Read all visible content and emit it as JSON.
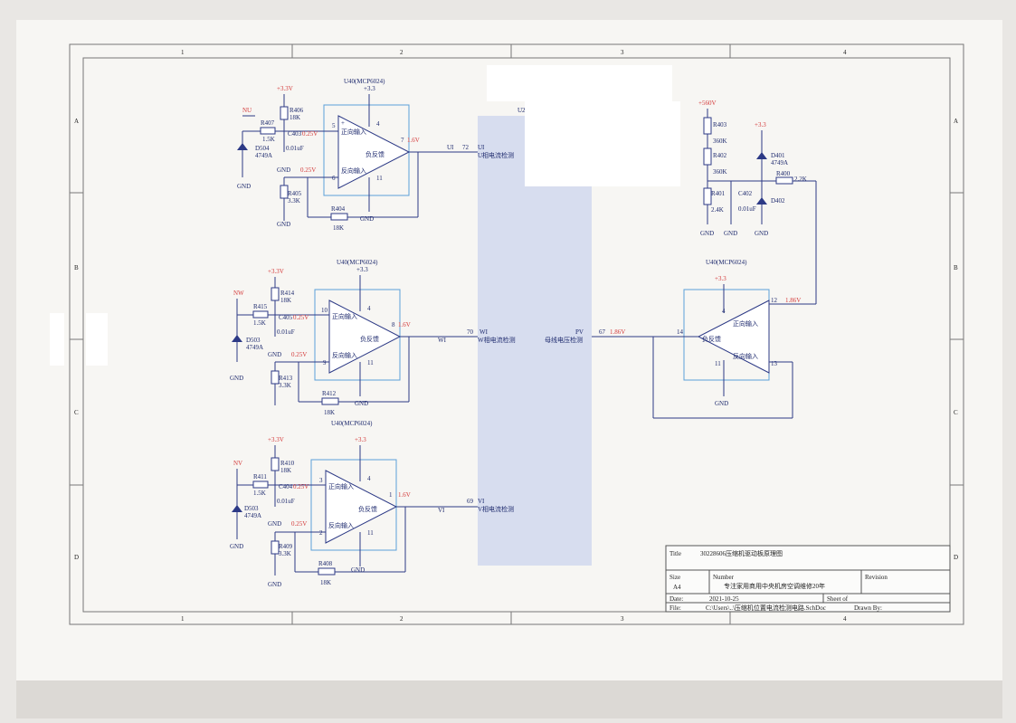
{
  "border": {
    "columns": [
      "1",
      "2",
      "3",
      "4"
    ],
    "rows": [
      "A",
      "B",
      "C",
      "D"
    ]
  },
  "supplies": {
    "v33": "+3.3V",
    "v3": "+3.3",
    "v560": "+560V"
  },
  "gnd": "GND",
  "opamp": {
    "part": "U40(MCP6024)",
    "pos_in": "正向输入",
    "neg_in": "反向输入",
    "feedback": "负反馈",
    "out_v": "1.6V",
    "bias": "0.25V",
    "cap": "0.01uF"
  },
  "cpu": {
    "name": "U20(CPU)"
  },
  "ch_u": {
    "net": "NU",
    "r_pull": "R406",
    "r_pull_v": "18K",
    "r_in": "R407",
    "r_in_v": "1.5K",
    "cap": "C403",
    "diode": "D504",
    "diode_v": "4749A",
    "r_gnd": "R405",
    "r_gnd_v": "3.3K",
    "r_fb": "R404",
    "r_fb_v": "18K",
    "pin_pos": "5",
    "pin_neg": "6",
    "pin_out": "7",
    "pin_vcc": "4",
    "pin_gnd": "11",
    "sig": "UI",
    "cpu_pin": "72",
    "cpu_sig": "UI",
    "desc": "U相电流检测"
  },
  "ch_w": {
    "net": "NW",
    "r_pull": "R414",
    "r_pull_v": "18K",
    "r_in": "R415",
    "r_in_v": "1.5K",
    "cap": "C405",
    "diode": "D503",
    "diode_v": "4749A",
    "r_gnd": "R413",
    "r_gnd_v": "3.3K",
    "r_fb": "R412",
    "r_fb_v": "18K",
    "pin_pos": "10",
    "pin_neg": "9",
    "pin_out": "8",
    "pin_vcc": "4",
    "pin_gnd": "11",
    "sig": "WI",
    "cpu_pin": "70",
    "cpu_sig": "WI",
    "desc": "W相电流检测"
  },
  "ch_v": {
    "net": "NV",
    "r_pull": "R410",
    "r_pull_v": "18K",
    "r_in": "R411",
    "r_in_v": "1.5K",
    "cap": "C404",
    "diode": "D503",
    "diode_v": "4749A",
    "r_gnd": "R409",
    "r_gnd_v": "3.3K",
    "r_fb": "R408",
    "r_fb_v": "18K",
    "pin_pos": "3",
    "pin_neg": "2",
    "pin_out": "1",
    "pin_vcc": "4",
    "pin_gnd": "11",
    "sig": "VI",
    "cpu_pin": "69",
    "cpu_sig": "VI",
    "desc": "V相电流检测"
  },
  "bus": {
    "r1": "R403",
    "r1_v": "360K",
    "r2": "R402",
    "r2_v": "360K",
    "r3": "R401",
    "r3_v": "2.4K",
    "cap": "C402",
    "cap_v": "0.01uF",
    "d1": "D401",
    "d1_v": "4749A",
    "d2": "D402",
    "r4": "R400",
    "r4_v": "2.2K",
    "pin_pos": "12",
    "pin_neg": "13",
    "pin_out": "14",
    "pin_vcc": "4",
    "pin_gnd": "11",
    "v_in": "1.86V",
    "v_out": "1.86V",
    "cpu_pin": "67",
    "cpu_sig": "PV",
    "desc": "母线电压检测"
  },
  "title_block": {
    "title_label": "Title",
    "title": "30228606压缩机驱动板原理图",
    "size_label": "Size",
    "size": "A4",
    "number_label": "Number",
    "number": "专注家用商用中央机房空调维修20年",
    "revision_label": "Revision",
    "date_label": "Date:",
    "date": "2021-10-25",
    "sheet_label": "Sheet    of",
    "file_label": "File:",
    "file": "C:\\Users\\..\\压缩机位置电流检测电路.SchDoc",
    "drawn_label": "Drawn By:"
  }
}
